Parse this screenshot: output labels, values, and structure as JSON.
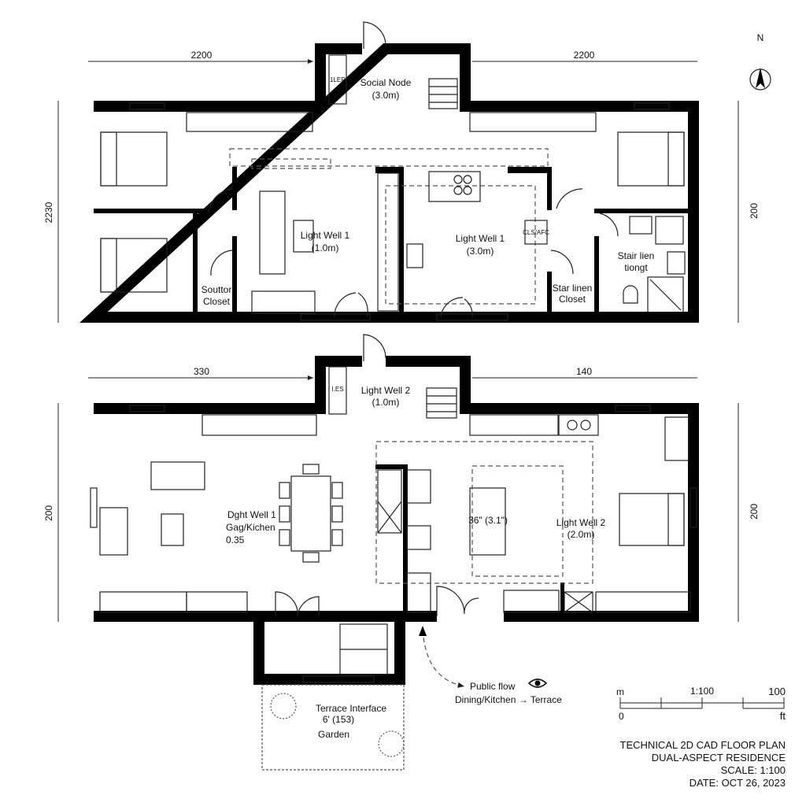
{
  "north": {
    "label": "N"
  },
  "upper_plan": {
    "dimensions": {
      "top_left": "2200",
      "top_right": "2200",
      "left": "2230",
      "right": "200"
    },
    "rooms": {
      "social_node": {
        "name": "Social Node",
        "size": "(3.0m)"
      },
      "light_well_left": {
        "name": "Light Well 1",
        "size": "(1.0m)"
      },
      "light_well_right": {
        "name": "Light Well 1",
        "size": "(3.0m)"
      },
      "closet_left": {
        "name": "Souttor",
        "sub": "Closet"
      },
      "closet_right": {
        "name": "Star linen",
        "sub": "Closet"
      },
      "bath": {
        "name": "Stair lien",
        "sub": "tiongt"
      },
      "stair_tag": "1LER",
      "shelf_tag": "CLS/AFC"
    }
  },
  "lower_plan": {
    "dimensions": {
      "top_left": "330",
      "top_right": "140",
      "left": "200",
      "right": "200"
    },
    "rooms": {
      "light_well_top": {
        "name": "Light Well 2",
        "size": "(1.0m)"
      },
      "dining": {
        "name": "Dght Well 1",
        "sub": "Gag/Kichen",
        "value": "0.35"
      },
      "island": {
        "label": "36\" (3.1\")"
      },
      "light_well_right": {
        "name": "Light Well 2",
        "size": "(2.0m)"
      },
      "terrace": {
        "name": "Terrace Interface",
        "size": "6' (153)",
        "garden": "Garden"
      },
      "stair_tag": "I.ES"
    },
    "flow": {
      "title": "Public flow",
      "path": "Dining/Kitchen → Terrace",
      "icon": "eye-icon"
    }
  },
  "scale_bar": {
    "unit_top": "m",
    "ratio": "1:100",
    "max": "100",
    "zero": "0",
    "unit_bottom": "ft"
  },
  "title_block": {
    "line1": "TECHNICAL 2D CAD FLOOR PLAN",
    "line2": "DUAL-ASPECT RESIDENCE",
    "line3": "SCALE:  1:100",
    "line4": "DATE: OCT 26, 2023"
  }
}
